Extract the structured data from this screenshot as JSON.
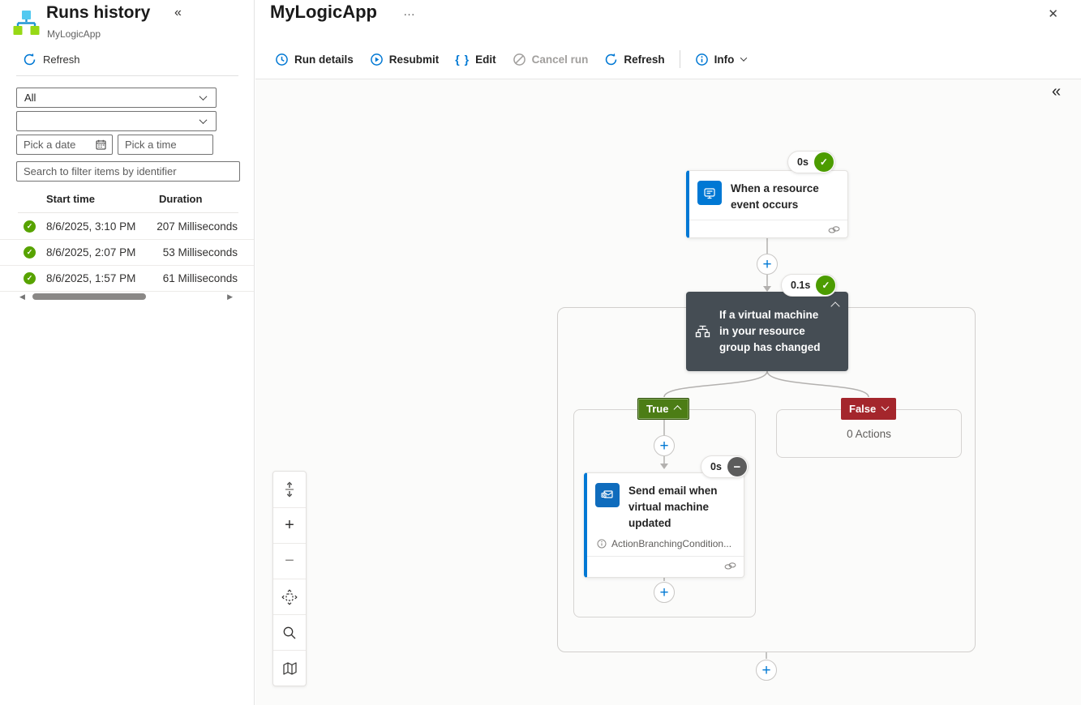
{
  "left_panel": {
    "title": "Runs history",
    "app_name": "MyLogicApp",
    "collapse_glyph": "«",
    "refresh_label": "Refresh",
    "status_filter_value": "All",
    "second_filter_value": "",
    "date_placeholder": "Pick a date",
    "time_placeholder": "Pick a time",
    "search_placeholder": "Search to filter items by identifier",
    "runs_table": {
      "col_start_time": "Start time",
      "col_duration": "Duration",
      "rows": [
        {
          "status": "Succeeded",
          "check_glyph": "✓",
          "start_time": "8/6/2025, 3:10 PM",
          "duration": "207 Milliseconds"
        },
        {
          "status": "Succeeded",
          "check_glyph": "✓",
          "start_time": "8/6/2025, 2:07 PM",
          "duration": "53 Milliseconds"
        },
        {
          "status": "Succeeded",
          "check_glyph": "✓",
          "start_time": "8/6/2025, 1:57 PM",
          "duration": "61 Milliseconds"
        }
      ],
      "scroll_left_glyph": "◀",
      "scroll_right_glyph": "▶"
    }
  },
  "main_header": {
    "title": "MyLogicApp",
    "more_glyph": "…",
    "close_glyph": "✕"
  },
  "toolbar": {
    "run_details": "Run details",
    "resubmit": "Resubmit",
    "edit": "Edit",
    "edit_icon_glyph": "{ }",
    "cancel_run": "Cancel run",
    "refresh": "Refresh",
    "info": "Info"
  },
  "canvas": {
    "collapse_glyph": "«",
    "trigger_card": {
      "title": "When a resource event occurs",
      "duration_badge": "0s",
      "status": "Succeeded",
      "check_glyph": "✓"
    },
    "condition_card": {
      "title": "If a virtual machine in your resource group has changed",
      "duration_badge": "0.1s",
      "status": "Succeeded",
      "check_glyph": "✓"
    },
    "true_branch": {
      "label": "True"
    },
    "false_branch": {
      "label": "False",
      "empty_text": "0 Actions"
    },
    "action_card": {
      "title": "Send email when virtual machine updated",
      "note": "ActionBranchingCondition...",
      "duration_badge": "0s",
      "status": "Skipped",
      "skip_glyph": "−"
    },
    "plus_glyph": "+",
    "zoom_toolbar": {
      "plus_glyph": "+",
      "minus_glyph": "−"
    }
  },
  "colors": {
    "accent_blue": "#0078d4",
    "success_green": "#4c9c00",
    "true_green": "#4c7d15",
    "false_red": "#a4262c",
    "condition_dark": "#454d54",
    "skipped_gray": "#5c5c5c"
  }
}
